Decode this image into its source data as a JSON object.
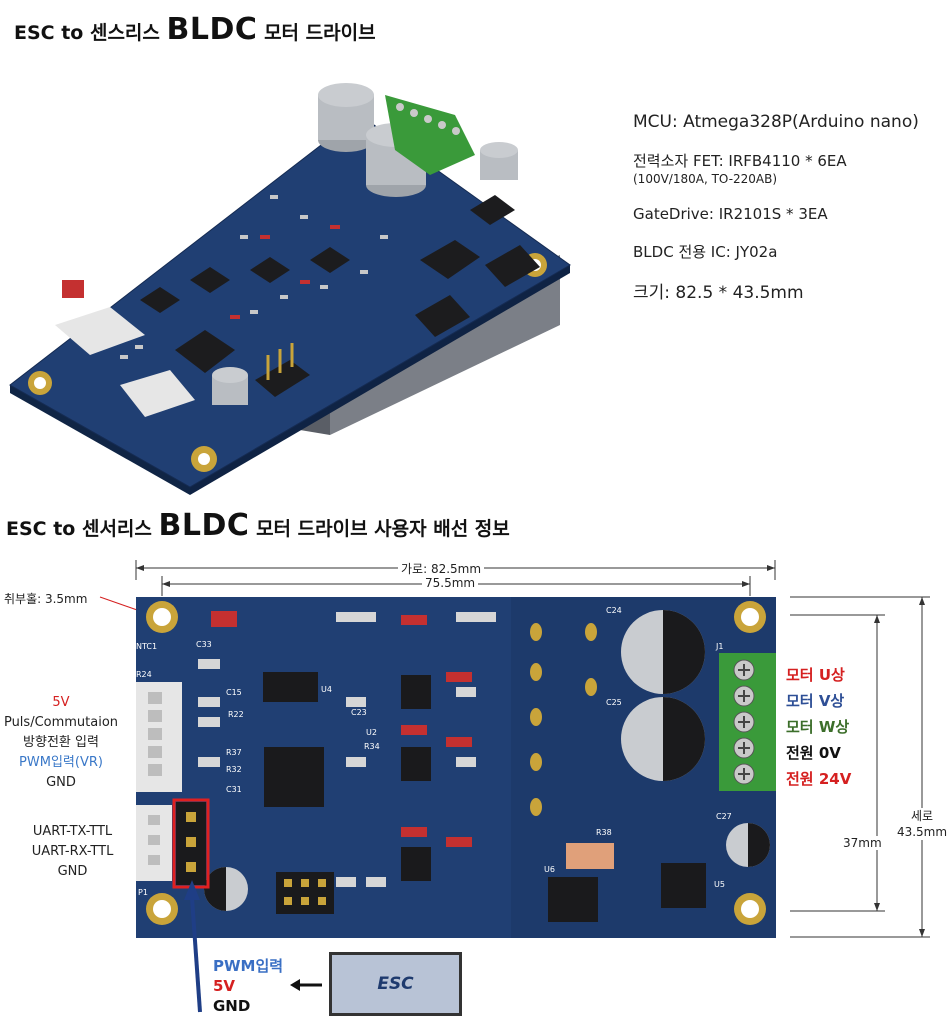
{
  "titles": {
    "top_prefix": "ESC to 센스리스",
    "top_big": "BLDC",
    "top_suffix": "모터 드라이브",
    "bottom_prefix": "ESC to 센서리스",
    "bottom_big": "BLDC",
    "bottom_suffix": "모터 드라이브 사용자 배선 정보"
  },
  "specs": {
    "mcu": "MCU: Atmega328P(Arduino nano)",
    "fet": "전력소자 FET: IRFB4110 * 6EA",
    "fet_detail": "(100V/180A,  TO-220AB)",
    "gate": "GateDrive: IR2101S * 3EA",
    "bldc_ic": "BLDC 전용 IC: JY02a",
    "size": "크기: 82.5 * 43.5mm"
  },
  "dimensions": {
    "width": "가로: 82.5mm",
    "hole_span": "75.5mm",
    "hole_dia": "취부홀: 3.5mm",
    "inner_height": "37mm",
    "height_label": "세로",
    "height_value": "43.5mm"
  },
  "left_connector": {
    "v5": "5V",
    "puls": "Puls/Commutaion",
    "dir": "방향전환 입력",
    "pwm": "PWM입력(VR)",
    "gnd": "GND"
  },
  "uart": {
    "tx": "UART-TX-TTL",
    "rx": "UART-RX-TTL",
    "gnd": "GND"
  },
  "terminal": {
    "u": "모터 U상",
    "v": "모터 V상",
    "w": "모터 W상",
    "gnd": "전원 0V",
    "vcc": "전원 24V"
  },
  "bottom_pins": {
    "pwm": "PWM입력",
    "v5": "5V",
    "gnd": "GND"
  },
  "esc_box": "ESC",
  "pcb_silk": {
    "u4": "U4",
    "u2": "U2",
    "u6": "U6",
    "u5": "U5",
    "j1": "J1",
    "c24": "C24",
    "c25": "C25",
    "c27": "C27",
    "r38": "R38",
    "c33": "C33",
    "r24": "R24",
    "c15": "C15",
    "r22": "R22",
    "r37": "R37",
    "r32": "R32",
    "c31": "C31",
    "ntc1": "NTC1",
    "p1": "P1",
    "c23": "C23",
    "r34": "R34"
  },
  "colors": {
    "pcb": "#203f73",
    "pcb_dark": "#172f58",
    "terminal": "#3a9a3a",
    "accent_red": "#d52020",
    "accent_blue": "#2e4f96",
    "accent_green": "#3c6e2a"
  }
}
